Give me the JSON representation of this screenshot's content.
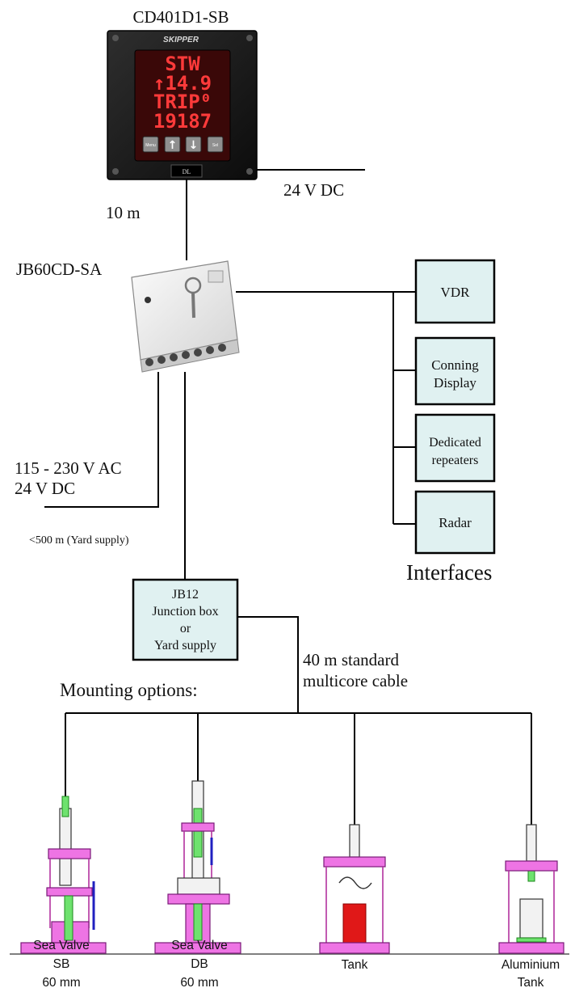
{
  "display_unit": {
    "model": "CD401D1-SB",
    "brand": "SKIPPER",
    "screen_lines": [
      "STW",
      "↑14.9",
      "TRIP⁰",
      "19187"
    ],
    "buttons": [
      "Menu",
      "↑",
      "↓",
      "Sel"
    ],
    "badge": "DL"
  },
  "labels": {
    "power_top": "24 V DC",
    "cable_top": "10 m",
    "junction_main": "JB60CD-SA",
    "power_ac": "115 - 230 V AC",
    "power_dc": "24 V DC",
    "cable_yard": "<500 m (Yard supply)",
    "jb12_lines": [
      "JB12",
      "Junction box",
      "or",
      "Yard supply"
    ],
    "cable_std_line1": "40 m standard",
    "cable_std_line2": "multicore cable",
    "mounting_title": "Mounting options:"
  },
  "interfaces": {
    "title": "Interfaces",
    "boxes": [
      {
        "lines": [
          "VDR"
        ]
      },
      {
        "lines": [
          "Conning",
          "Display"
        ]
      },
      {
        "lines": [
          "Dedicated",
          "repeaters"
        ]
      },
      {
        "lines": [
          "Radar"
        ]
      }
    ]
  },
  "mounting_options": [
    {
      "lines": [
        "Sea Valve",
        "SB",
        "60 mm"
      ]
    },
    {
      "lines": [
        "Sea Valve",
        "DB",
        "60 mm"
      ]
    },
    {
      "lines": [
        "Tank"
      ]
    },
    {
      "lines": [
        "Aluminium",
        "Tank"
      ]
    }
  ],
  "colors": {
    "interface_fill": "#e0f1f1",
    "led": "#ff3a3a",
    "mount_pink": "#ee74e4",
    "mount_green": "#6ee26e",
    "tank_red": "#e01818"
  }
}
